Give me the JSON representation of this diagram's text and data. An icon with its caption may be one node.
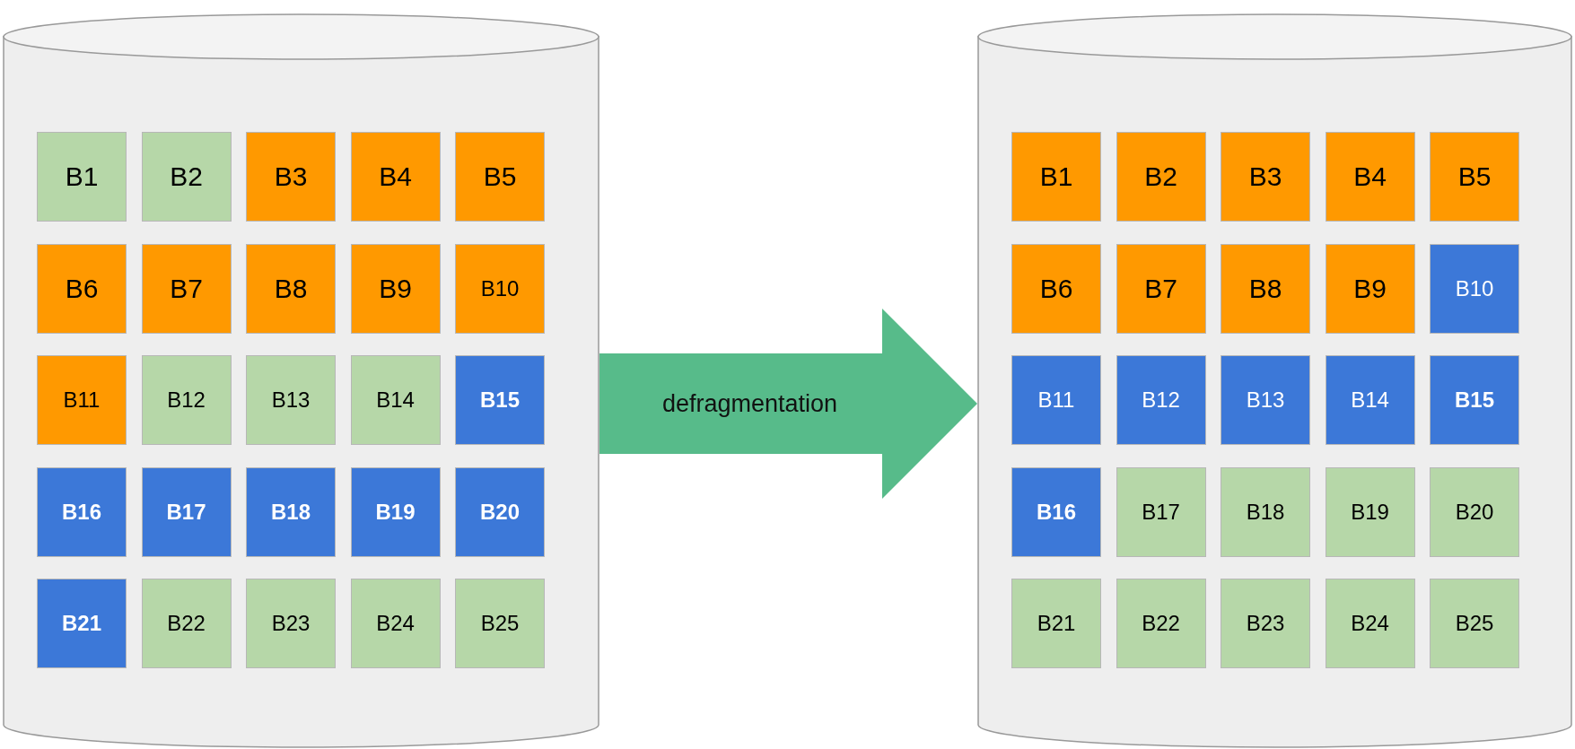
{
  "diagram": {
    "nodes": [
      {
        "text": [],
        "shape": "cylinder"
      },
      {
        "text": [
          "B1"
        ],
        "in": 0
      },
      {
        "text": [
          "B2"
        ],
        "in": 0
      },
      {
        "text": [
          "B3"
        ],
        "in": 0
      },
      {
        "text": [
          "B4"
        ],
        "in": 0
      },
      {
        "text": [
          "B5"
        ],
        "in": 0
      },
      {
        "text": [
          "B6"
        ],
        "in": 0
      },
      {
        "text": [
          "B7"
        ],
        "in": 0
      },
      {
        "text": [
          "B8"
        ],
        "in": 0
      },
      {
        "text": [
          "B9"
        ],
        "in": 0
      },
      {
        "text": [
          "B10"
        ],
        "in": 0
      },
      {
        "text": [
          "B11"
        ],
        "in": 0
      },
      {
        "text": [
          "B12"
        ],
        "in": 0
      },
      {
        "text": [
          "B13"
        ],
        "in": 0
      },
      {
        "text": [
          "B14"
        ],
        "in": 0
      },
      {
        "text": [
          "B15"
        ],
        "in": 0
      },
      {
        "text": [
          "B16"
        ],
        "in": 0
      },
      {
        "text": [
          "B17"
        ],
        "in": 0
      },
      {
        "text": [
          "B18"
        ],
        "in": 0
      },
      {
        "text": [
          "B19"
        ],
        "in": 0
      },
      {
        "text": [
          "B20"
        ],
        "in": 0
      },
      {
        "text": [
          "B21"
        ],
        "in": 0
      },
      {
        "text": [
          "B22"
        ],
        "in": 0
      },
      {
        "text": [
          "B23"
        ],
        "in": 0
      },
      {
        "text": [
          "B24"
        ],
        "in": 0
      },
      {
        "text": [
          "B25"
        ],
        "in": 0
      },
      {
        "text": [],
        "shape": "cylinder"
      },
      {
        "text": [
          "B1"
        ],
        "in": 26
      },
      {
        "text": [
          "B2"
        ],
        "in": 26
      },
      {
        "text": [
          "B3"
        ],
        "in": 26
      },
      {
        "text": [
          "B4"
        ],
        "in": 26
      },
      {
        "text": [
          "B5"
        ],
        "in": 26
      },
      {
        "text": [
          "B6"
        ],
        "in": 26
      },
      {
        "text": [
          "B7"
        ],
        "in": 26
      },
      {
        "text": [
          "B8"
        ],
        "in": 26
      },
      {
        "text": [
          "B9"
        ],
        "in": 26
      },
      {
        "text": [
          "B10"
        ],
        "in": 26
      },
      {
        "text": [
          "B11"
        ],
        "in": 26
      },
      {
        "text": [
          "B12"
        ],
        "in": 26
      },
      {
        "text": [
          "B13"
        ],
        "in": 26
      },
      {
        "text": [
          "B14"
        ],
        "in": 26
      },
      {
        "text": [
          "B15"
        ],
        "in": 26
      },
      {
        "text": [
          "B16"
        ],
        "in": 26
      },
      {
        "text": [
          "B17"
        ],
        "in": 26
      },
      {
        "text": [
          "B18"
        ],
        "in": 26
      },
      {
        "text": [
          "B19"
        ],
        "in": 26
      },
      {
        "text": [
          "B20"
        ],
        "in": 26
      },
      {
        "text": [
          "B21"
        ],
        "in": 26
      },
      {
        "text": [
          "B22"
        ],
        "in": 26
      },
      {
        "text": [
          "B23"
        ],
        "in": 26
      },
      {
        "text": [
          "B24"
        ],
        "in": 26
      },
      {
        "text": [
          "B25"
        ],
        "in": 26
      }
    ],
    "edges": [
      {
        "from": 0,
        "to": 26,
        "arrow": "to",
        "label": "defragmentation"
      }
    ]
  }
}
